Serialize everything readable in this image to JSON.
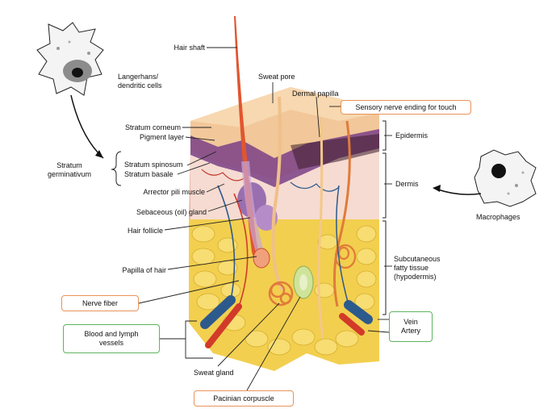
{
  "diagram": {
    "labels": {
      "hair_shaft": "Hair shaft",
      "langerhans_line1": "Langerhans/",
      "langerhans_line2": "dendritic cells",
      "sweat_pore": "Sweat pore",
      "dermal_papilla": "Dermal papilla",
      "sensory_nerve": "Sensory nerve ending for touch",
      "stratum_corneum": "Stratum corneum",
      "pigment_layer": "Pigment layer",
      "stratum_germinativum_line1": "Stratum",
      "stratum_germinativum_line2": "germinativum",
      "stratum_spinosum": "Stratum spinosum",
      "stratum_basale": "Stratum basale",
      "arrector_pili": "Arrector pili muscle",
      "sebaceous_gland": "Sebaceous (oil) gland",
      "hair_follicle": "Hair follicle",
      "papilla_of_hair": "Papilla of hair",
      "nerve_fiber": "Nerve fiber",
      "blood_lymph_line1": "Blood and lymph",
      "blood_lymph_line2": "vessels",
      "sweat_gland": "Sweat gland",
      "pacinian": "Pacinian corpuscle",
      "epidermis": "Epidermis",
      "dermis": "Dermis",
      "subcutaneous_line1": "Subcutaneous",
      "subcutaneous_line2": "fatty tissue",
      "subcutaneous_line3": "(hypodermis)",
      "macrophages": "Macrophages",
      "vein": "Vein",
      "artery": "Artery"
    },
    "colors": {
      "epidermis": "#f2c79a",
      "pigment": "#7a3f86",
      "dermis": "#f6d9cf",
      "fat": "#f2cf4f",
      "hair": "#e2552e",
      "vein": "#2d5a8c",
      "artery": "#d23a2a",
      "orange_box": "#e8935a",
      "green_box": "#5fb35f"
    }
  }
}
